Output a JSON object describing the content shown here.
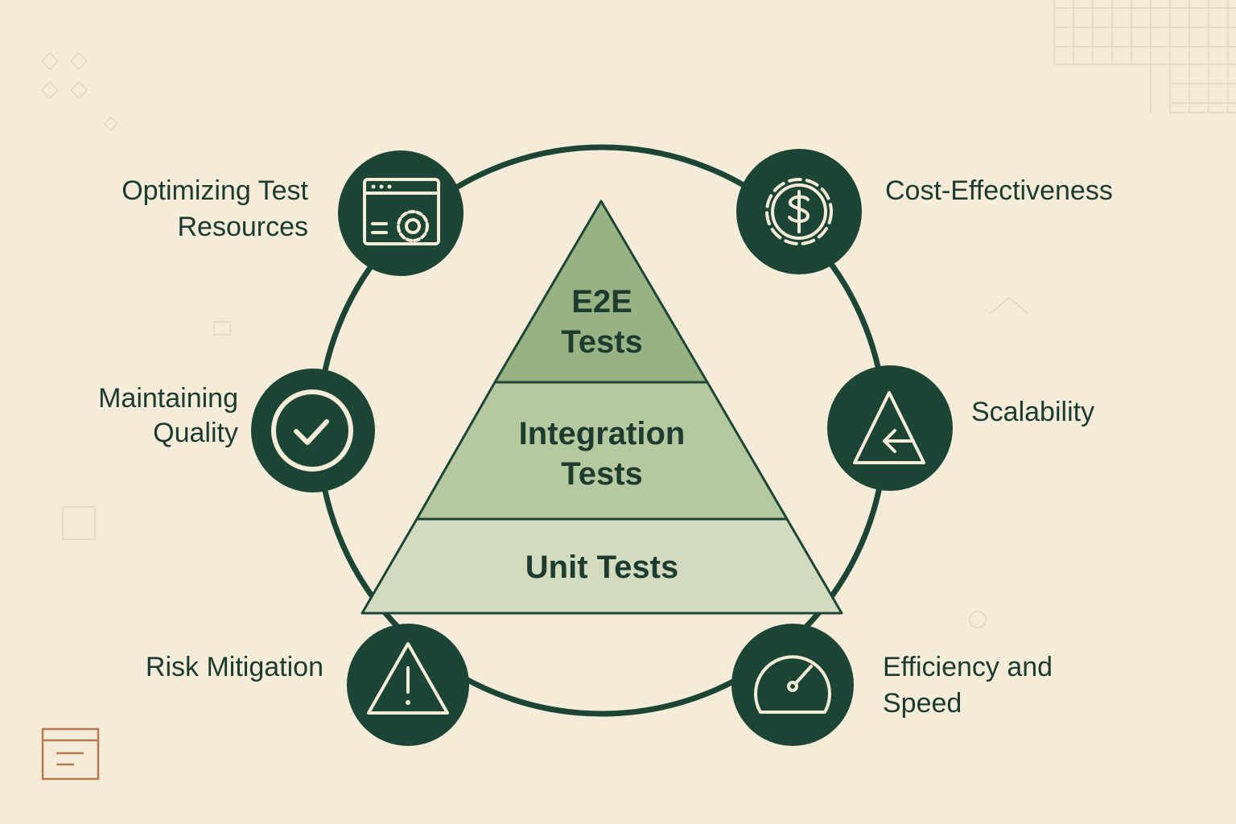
{
  "pyramid": {
    "top": [
      "E2E",
      "Tests"
    ],
    "middle": [
      "Integration",
      "Tests"
    ],
    "bottom": "Unit Tests"
  },
  "benefits": {
    "optimizing": [
      "Optimizing Test",
      "Resources"
    ],
    "cost": "Cost-Effectiveness",
    "quality": [
      "Maintaining",
      "Quality"
    ],
    "scalability": "Scalability",
    "risk": "Risk Mitigation",
    "efficiency": [
      "Efficiency and",
      "Speed"
    ]
  },
  "colors": {
    "background": "#f4ecd9",
    "dark_green": "#1c4535",
    "pyramid_top": "#97b283",
    "pyramid_middle": "#b5c8a0",
    "pyramid_bottom": "#d3dbbf"
  }
}
